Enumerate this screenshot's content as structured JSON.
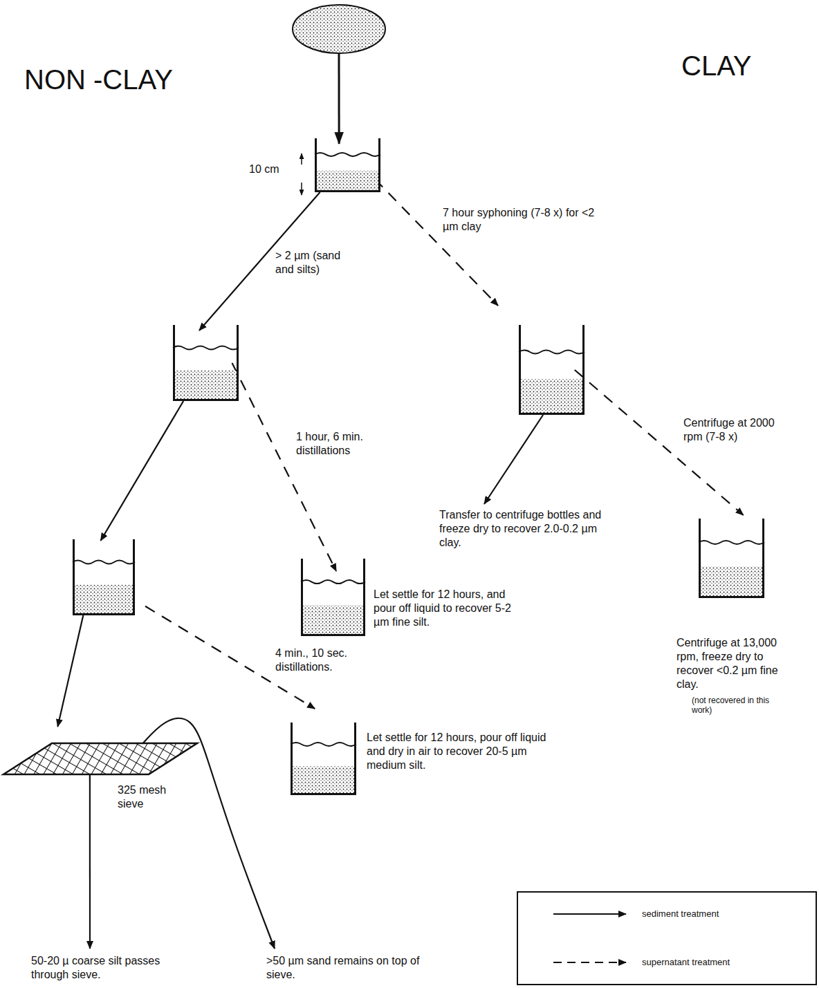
{
  "diagram": {
    "nodes": [
      {
        "text": []
      },
      {
        "text": [
          "10 cm"
        ]
      },
      {
        "text": []
      },
      {
        "text": []
      },
      {
        "text": []
      },
      {
        "text": [
          "Let settle for 12 hours, and pour off liquid to recover 5-2 µm fine silt."
        ]
      },
      {
        "text": [
          "Transfer to centrifuge bottles and freeze dry to recover 2.0-0.2 µm clay."
        ]
      },
      {
        "text": [
          "Centrifuge at 13,000 rpm, freeze dry to recover <0.2 µm fine clay.",
          "(not recovered in this work)"
        ]
      },
      {
        "text": [
          "325 mesh sieve"
        ]
      },
      {
        "text": [
          "Let settle for 12 hours, pour off liquid and dry in air to recover 20-5 µm medium silt."
        ]
      },
      {
        "text": [
          "50-20 µ coarse silt passes through sieve."
        ]
      },
      {
        "text": [
          ">50 µm sand remains on top of sieve."
        ]
      }
    ],
    "edges": [
      {
        "from": 0,
        "to": 1,
        "arrow": "to"
      },
      {
        "from": 1,
        "to": 2,
        "label": "> 2 µm (sand and silts)",
        "arrow": "to"
      },
      {
        "from": 1,
        "to": 3,
        "label": "7 hour syphoning (7-8 x) for <2 µm clay",
        "arrow": "to"
      },
      {
        "from": 2,
        "to": 4,
        "arrow": "to"
      },
      {
        "from": 2,
        "to": 5,
        "label": "1 hour, 6 min. distillations",
        "arrow": "to"
      },
      {
        "from": 3,
        "to": 6,
        "arrow": "to"
      },
      {
        "from": 3,
        "to": 7,
        "label": "Centrifuge at 2000 rpm (7-8 x)",
        "arrow": "to"
      },
      {
        "from": 4,
        "to": 8,
        "arrow": "to"
      },
      {
        "from": 4,
        "to": 9,
        "label": "4 min., 10 sec. distillations.",
        "arrow": "to"
      },
      {
        "from": 8,
        "to": 10,
        "arrow": "to"
      },
      {
        "from": 8,
        "to": 11,
        "arrow": "to"
      }
    ],
    "labels": [
      "NON -CLAY",
      "CLAY"
    ],
    "legend": [
      {
        "text": "sediment treatment"
      },
      {
        "text": "supernatant treatment"
      }
    ]
  }
}
